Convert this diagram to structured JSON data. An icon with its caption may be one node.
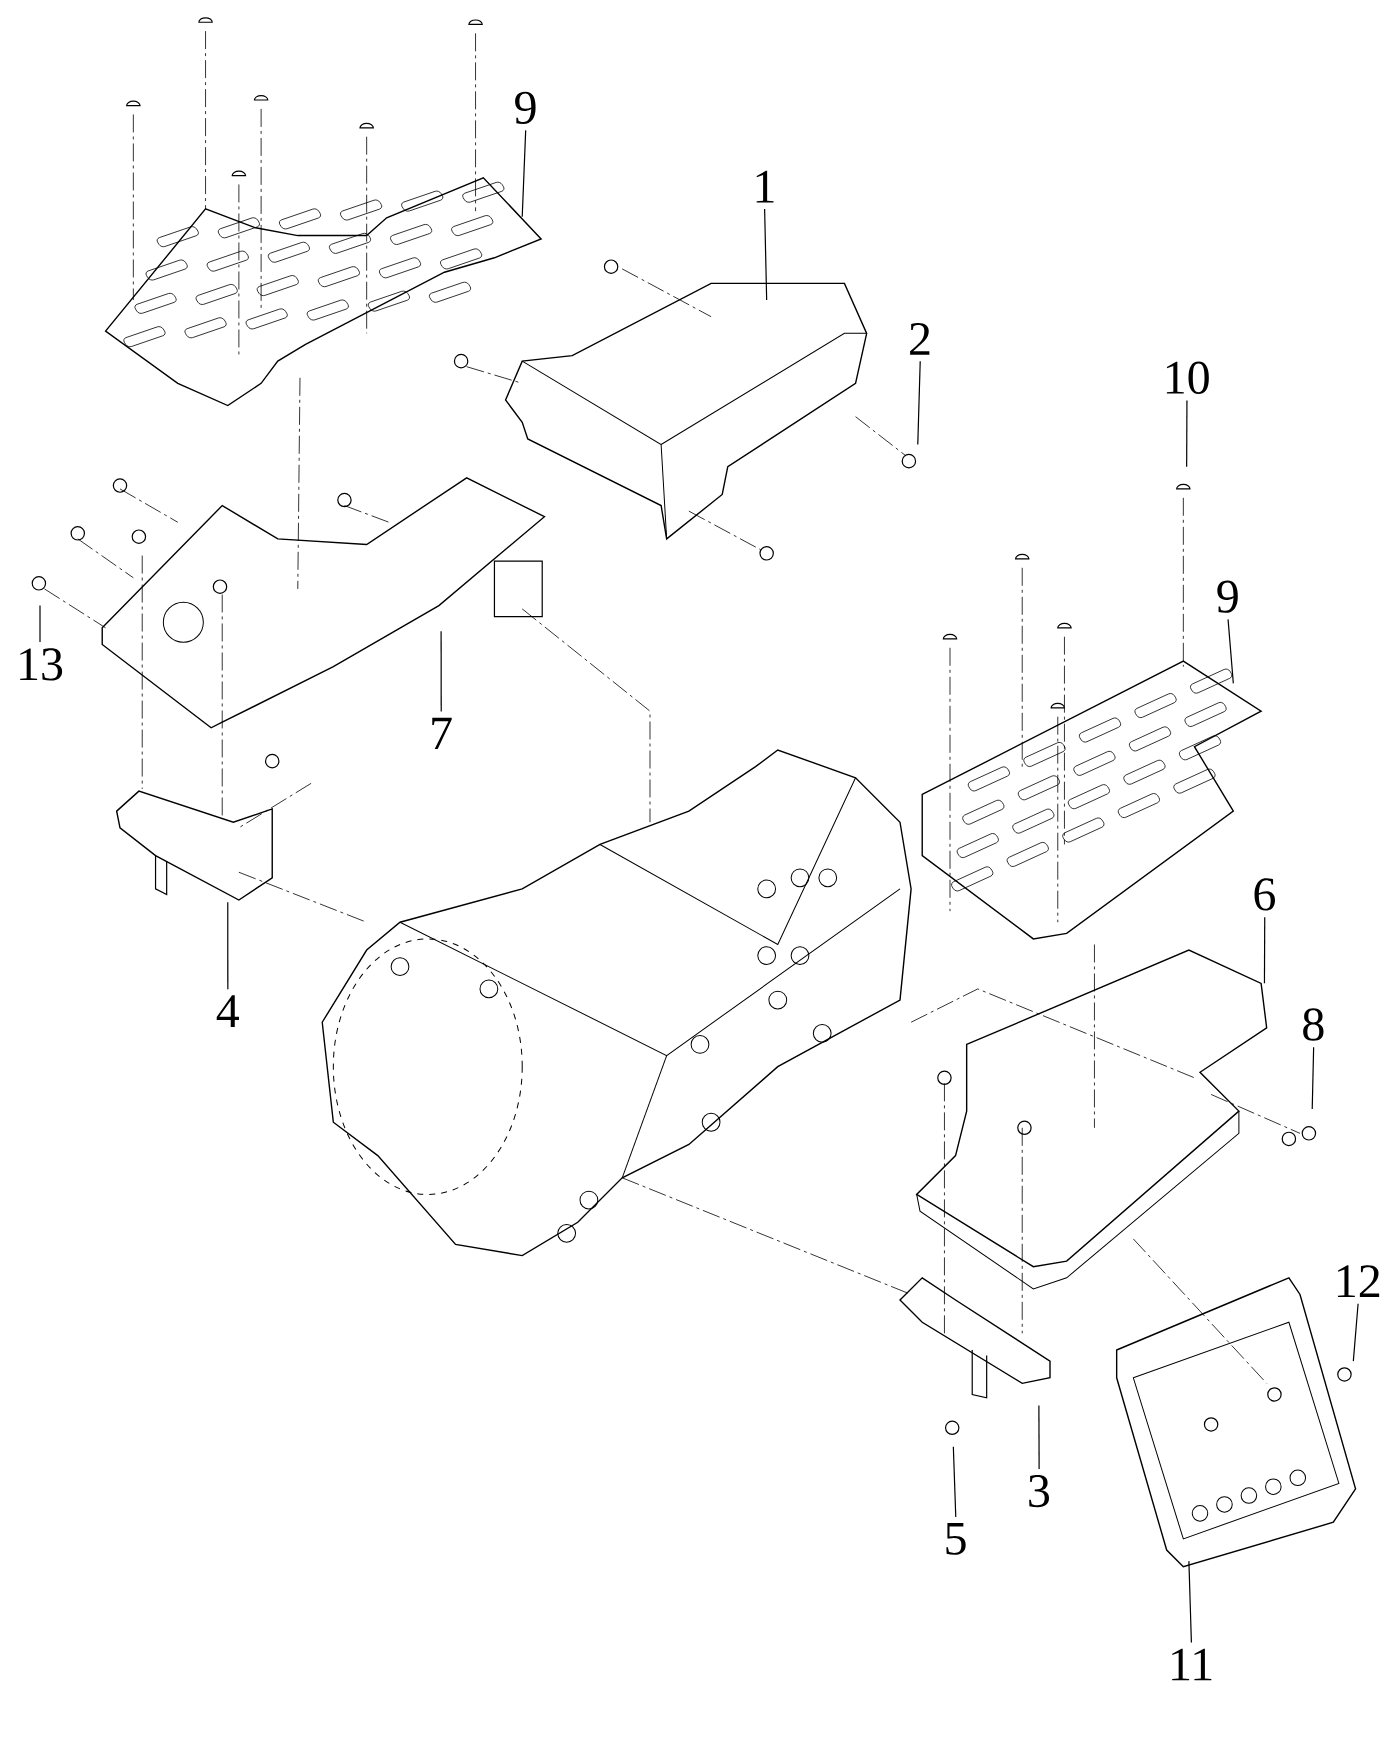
{
  "diagram": {
    "nodes": [
      {
        "text": [
          "9"
        ]
      },
      {
        "text": [
          "1"
        ]
      },
      {
        "text": [
          "2"
        ]
      },
      {
        "text": [
          "10"
        ]
      },
      {
        "text": [
          "9"
        ]
      },
      {
        "text": [
          "13"
        ]
      },
      {
        "text": [
          "7"
        ]
      },
      {
        "text": [
          "6"
        ]
      },
      {
        "text": [
          "4"
        ]
      },
      {
        "text": [
          "8"
        ]
      },
      {
        "text": [
          "12"
        ]
      },
      {
        "text": [
          "3"
        ]
      },
      {
        "text": [
          "5"
        ]
      },
      {
        "text": [
          "11"
        ]
      }
    ],
    "edges": [
      {
        "from": 0,
        "to": null,
        "arrow": "none"
      },
      {
        "from": 1,
        "to": null,
        "arrow": "none"
      },
      {
        "from": 2,
        "to": null,
        "arrow": "none"
      },
      {
        "from": 3,
        "to": null,
        "arrow": "none"
      },
      {
        "from": 4,
        "to": null,
        "arrow": "none"
      },
      {
        "from": 5,
        "to": null,
        "arrow": "none"
      },
      {
        "from": 6,
        "to": null,
        "arrow": "none"
      },
      {
        "from": 7,
        "to": null,
        "arrow": "none"
      },
      {
        "from": 8,
        "to": null,
        "arrow": "none"
      },
      {
        "from": 9,
        "to": null,
        "arrow": "none"
      },
      {
        "from": 10,
        "to": null,
        "arrow": "none"
      },
      {
        "from": 11,
        "to": null,
        "arrow": "none"
      },
      {
        "from": 12,
        "to": null,
        "arrow": "none"
      },
      {
        "from": 13,
        "to": null,
        "arrow": "none"
      }
    ]
  }
}
